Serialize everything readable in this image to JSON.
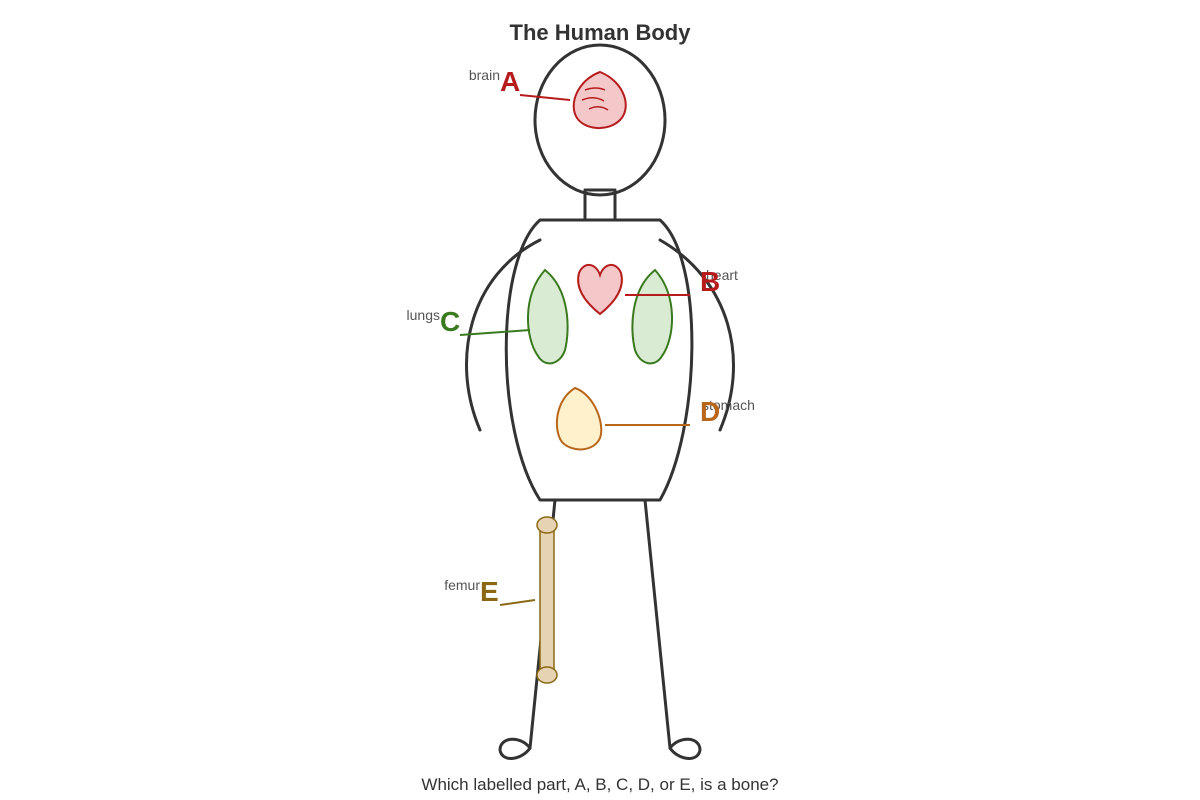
{
  "title": "The Human Body",
  "question": "Which labelled part, A, B, C, D, or E, is a bone?",
  "labels": {
    "brain": {
      "letter": "A",
      "name": "brain",
      "color": "#b71c1c"
    },
    "heart": {
      "letter": "B",
      "name": "heart",
      "color": "#b71c1c"
    },
    "lungs": {
      "letter": "C",
      "name": "lungs",
      "color": "#3a7a1f"
    },
    "stomach": {
      "letter": "D",
      "name": "stomach",
      "color": "#b8661a"
    },
    "femur": {
      "letter": "E",
      "name": "femur",
      "color": "#8b6914"
    }
  },
  "colors": {
    "outline": "#333333",
    "brain_fill": "#f4c7c9",
    "heart_fill": "#f4c7c9",
    "lung_fill": "#d9ebd3",
    "stomach_fill": "#fff1cc",
    "bone_fill": "#e6d3b3"
  }
}
